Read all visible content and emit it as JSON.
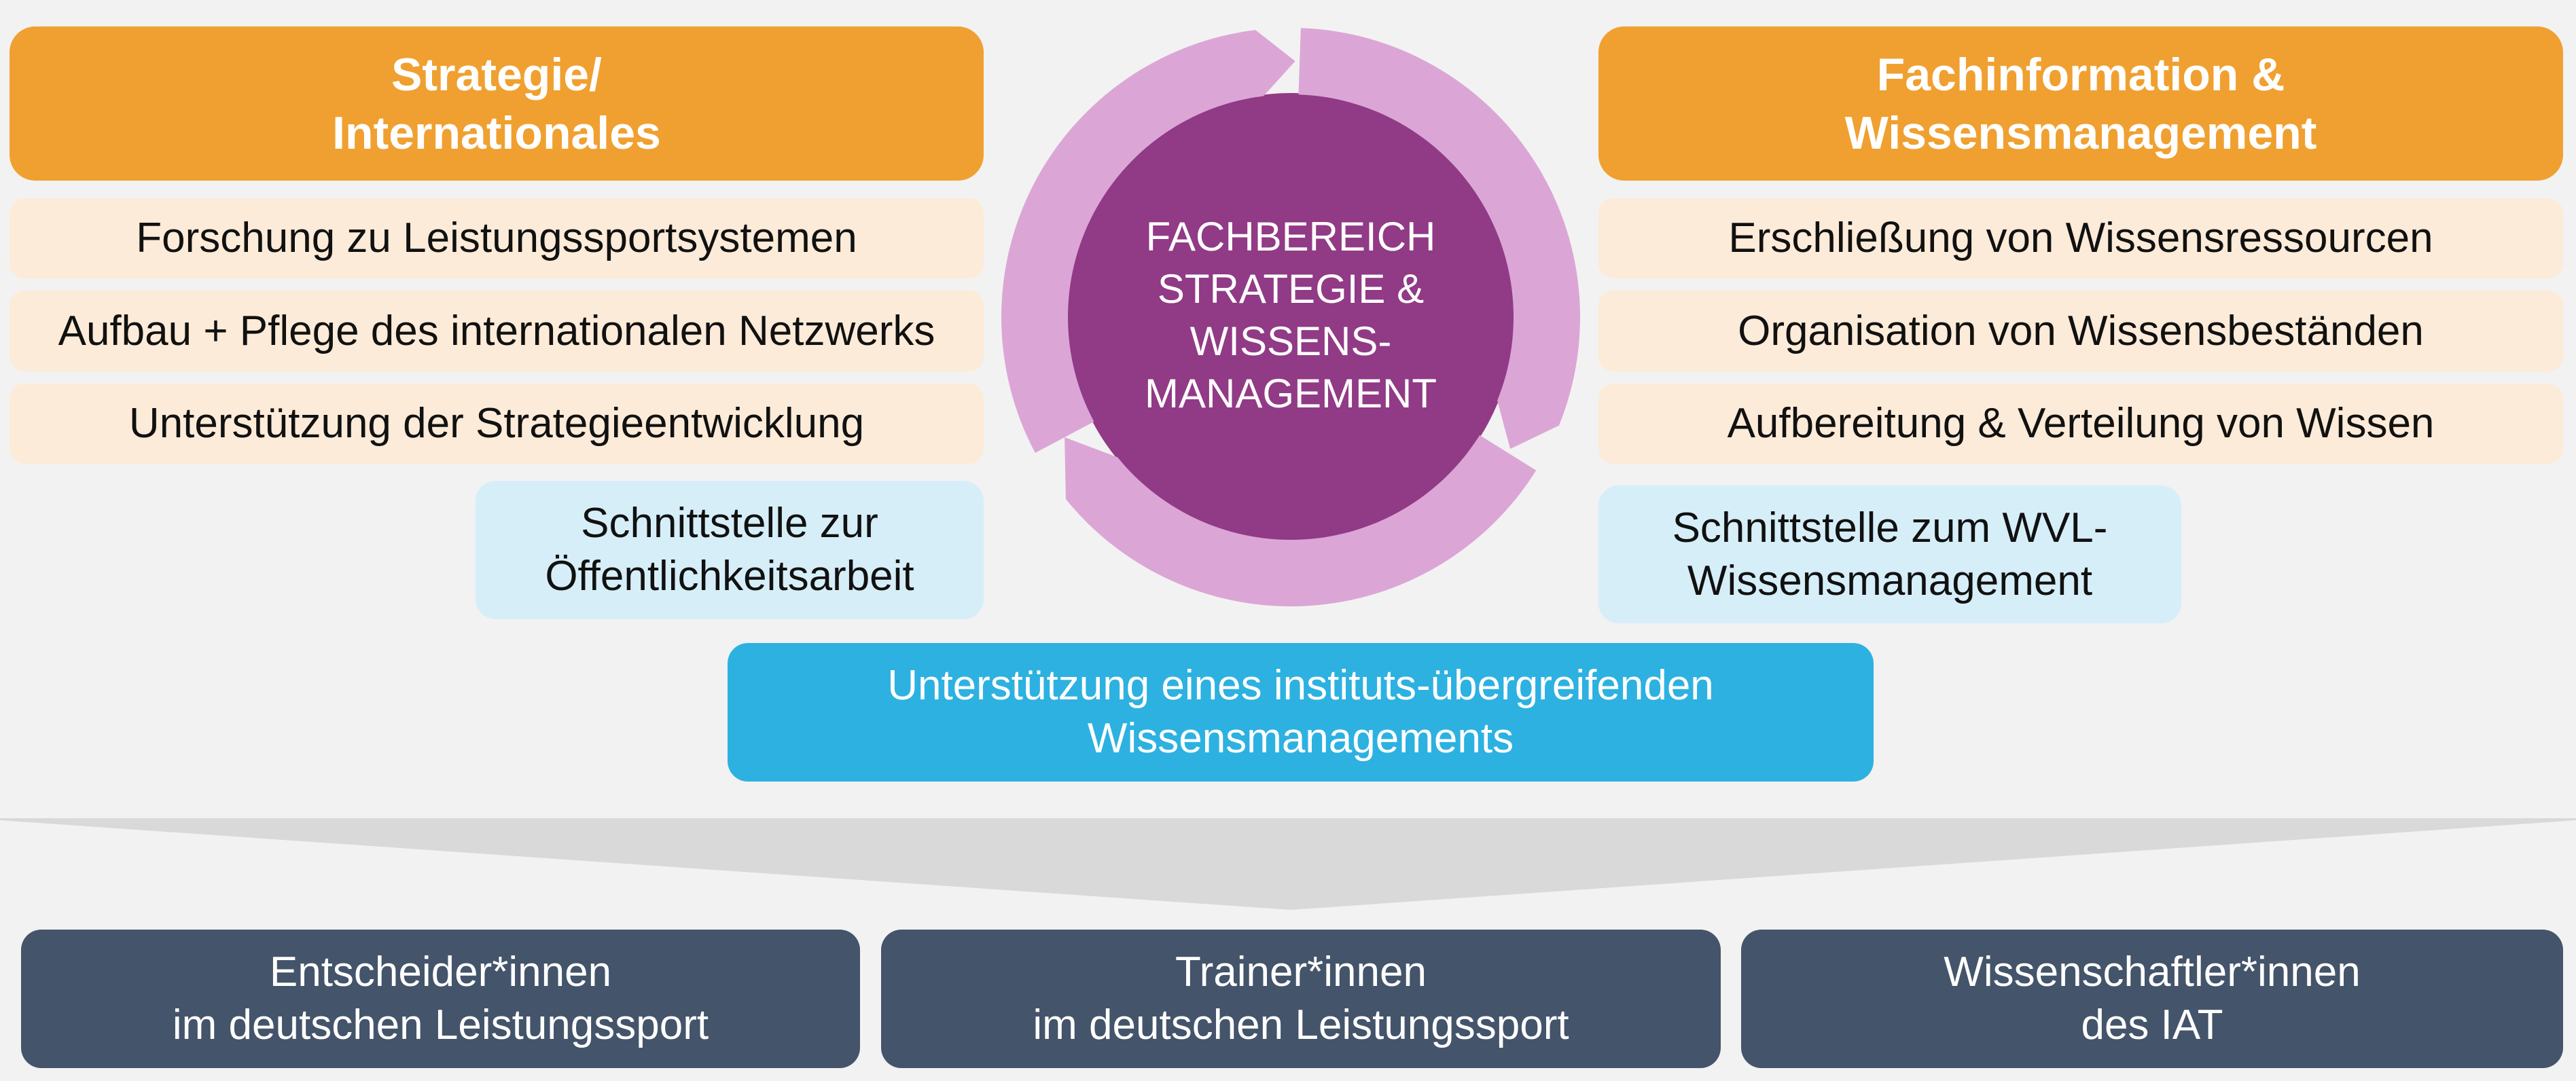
{
  "colors": {
    "background": "#f2f2f2",
    "header_orange": "#f0a030",
    "item_cream": "#fcebd8",
    "interface_light_blue": "#d6eef8",
    "support_cyan": "#2db1e1",
    "ring_pink": "#dba6d6",
    "core_purple": "#913a86",
    "arrow_gray": "#d9d9d9",
    "audience_navy": "#44546a"
  },
  "center": {
    "lines": [
      "FACHBEREICH",
      "STRATEGIE &",
      "WISSENS-",
      "MANAGEMENT"
    ],
    "ring_icon": "cycle-arrows-icon"
  },
  "left": {
    "header_lines": [
      "Strategie/",
      "Internationales"
    ],
    "items": [
      "Forschung zu Leistungssportsystemen",
      "Aufbau + Pflege des internationalen Netzwerks",
      "Unterstützung der Strategieentwicklung"
    ],
    "interface_lines": [
      "Schnittstelle zur",
      "Öffentlichkeitsarbeit"
    ]
  },
  "right": {
    "header_lines": [
      "Fachinformation &",
      "Wissensmanagement"
    ],
    "items": [
      "Erschließung von Wissensressourcen",
      "Organisation von Wissensbeständen",
      "Aufbereitung & Verteilung von Wissen"
    ],
    "interface_lines": [
      "Schnittstelle zum WVL-",
      "Wissensmanagement"
    ]
  },
  "support": {
    "lines": [
      "Unterstützung eines instituts-übergreifenden",
      "Wissensmanagements"
    ]
  },
  "arrow": {
    "icon": "down-chevron-arrow-icon"
  },
  "audiences": [
    {
      "lines": [
        "Entscheider*innen",
        "im deutschen Leistungssport"
      ]
    },
    {
      "lines": [
        "Trainer*innen",
        "im deutschen Leistungssport"
      ]
    },
    {
      "lines": [
        "Wissenschaftler*innen",
        "des IAT"
      ]
    }
  ]
}
